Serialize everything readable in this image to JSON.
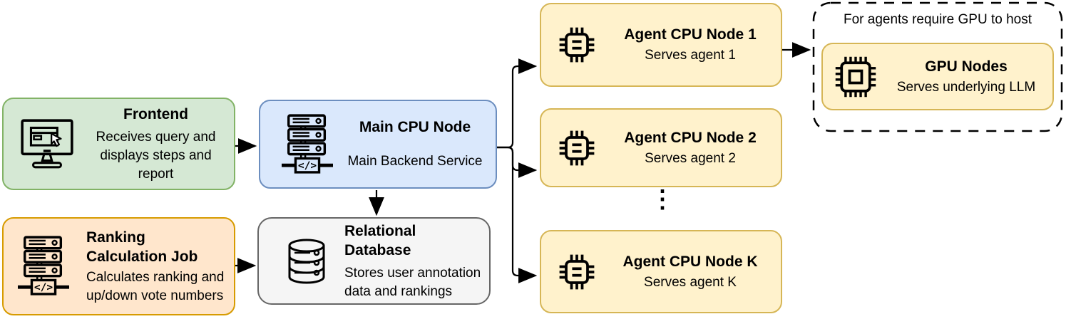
{
  "palette": {
    "green_fill": "#d5e8d4",
    "green_stroke": "#82b366",
    "orange_fill": "#ffe6cc",
    "orange_stroke": "#d79b00",
    "blue_fill": "#dae8fc",
    "blue_stroke": "#6c8ebf",
    "gray_fill": "#f5f5f5",
    "gray_stroke": "#666666",
    "yellow_fill": "#fff2cc",
    "yellow_stroke": "#d6b656",
    "connector": "#000000"
  },
  "nodes": {
    "frontend": {
      "title": "Frontend",
      "desc1": "Receives query and",
      "desc2": "displays steps and report",
      "icon": "monitor-browser-icon"
    },
    "ranking_job": {
      "title1": "Ranking",
      "title2": "Calculation Job",
      "desc1": "Calculates ranking and",
      "desc2": "up/down vote numbers",
      "icon": "server-code-icon"
    },
    "main_cpu": {
      "title": "Main CPU Node",
      "desc": "Main Backend Service",
      "icon": "server-code-icon"
    },
    "database": {
      "title": "Relational Database",
      "desc1": "Stores user annotation",
      "desc2": "data and rankings",
      "icon": "database-icon"
    },
    "agent_1": {
      "title": "Agent CPU Node 1",
      "desc": "Serves agent 1",
      "icon": "cpu-chip-icon"
    },
    "agent_2": {
      "title": "Agent CPU Node 2",
      "desc": "Serves agent 2",
      "icon": "cpu-chip-icon"
    },
    "agent_k": {
      "title": "Agent CPU Node K",
      "desc": "Serves agent K",
      "icon": "cpu-chip-icon"
    },
    "gpu_nodes": {
      "title": "GPU Nodes",
      "desc": "Serves underlying LLM",
      "icon": "gpu-chip-icon"
    }
  },
  "gpu_group": {
    "label": "For agents require GPU to host"
  },
  "ellipsis_glyph": "⋮"
}
